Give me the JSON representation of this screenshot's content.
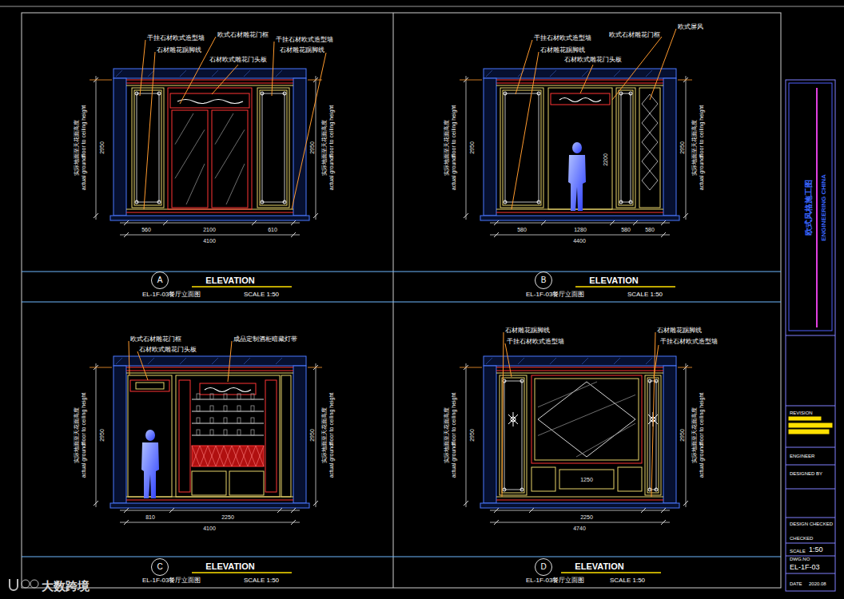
{
  "diagram": {
    "nodes": [
      {
        "text": [
          "A"
        ]
      },
      {
        "text": [
          "B"
        ]
      },
      {
        "text": [
          "C"
        ]
      },
      {
        "text": [
          "D"
        ]
      }
    ],
    "labels": [
      "干挂石材欧式造型墙",
      "欧式石材雕花门框",
      "干挂石材欧式造型墙",
      "石材雕花踢脚线",
      "石材雕花踢脚线",
      "石材欧式雕花门头板",
      "干挂石材欧式造型墙",
      "欧式石材雕花门框",
      "欧式屏风",
      "石材雕花踢脚线",
      "石材欧式雕花门头板",
      "欧式石材雕花门框",
      "石材欧式雕花门头板",
      "成品定制酒柜暗藏灯带",
      "石材雕花踢脚线",
      "干挂石材欧式造型墙",
      "石材雕花踢脚线",
      "干挂石材欧式造型墙",
      "实际地面至天花面高度",
      "actual groundfloor to ceiling height",
      "实际地面至天花面高度",
      "actual groundfloor to ceiling height",
      "实际地面至天花面高度",
      "actual groundfloor to ceiling height",
      "实际地面至天花面高度",
      "actual groundfloor to ceiling height",
      "实际地面至天花面高度",
      "actual groundfloor to ceiling height",
      "实际地面至天花面高度",
      "actual groundfloor to ceiling height",
      "实际地面至天花面高度",
      "actual groundfloor to ceiling height",
      "实际地面至天花面高度",
      "actual groundfloor to ceiling height",
      "2950",
      "2950",
      "560",
      "2100",
      "610",
      "4100",
      "2950",
      "2950",
      "580",
      "1280",
      "580",
      "580",
      "4400",
      "2200",
      "2950",
      "2950",
      "810",
      "2250",
      "4100",
      "2950",
      "2950",
      "2250",
      "4740",
      "1250",
      "ELEVATION",
      "EL-1F-03餐厅立面图",
      "SCALE 1:50",
      "ELEVATION",
      "EL-1F-03餐厅立面图",
      "SCALE 1:50",
      "ELEVATION",
      "EL-1F-03餐厅立面图",
      "SCALE 1:50",
      "ELEVATION",
      "EL-1F-03餐厅立面图",
      "SCALE 1:50",
      "欧式风格施工图",
      "ENGINEERING CHINA",
      "REVISION",
      "ENGINEER",
      "DESIGNED BY",
      "DESIGN CHECKED",
      "CHECKED",
      "SCALE",
      "1:50",
      "DWG.NO",
      "EL-1F-03",
      "DATE",
      "2020.08",
      "大数跨境"
    ]
  }
}
